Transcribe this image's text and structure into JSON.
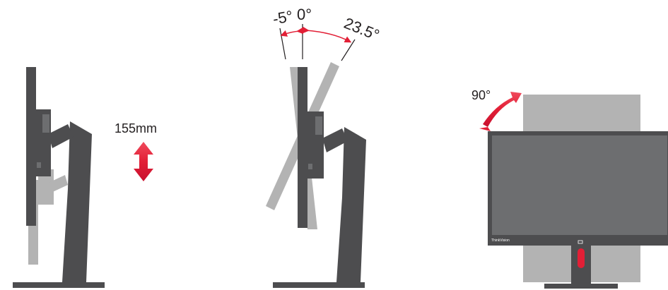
{
  "height_adjust": {
    "label": "155mm"
  },
  "tilt": {
    "angles": [
      "-5°",
      "0°",
      "23.5°"
    ]
  },
  "pivot": {
    "angle": "90°",
    "brand": "ThinkVision"
  },
  "colors": {
    "panel_dark": "#4d4d4f",
    "panel_ghost": "#b3b3b3",
    "screen": "#6d6e70",
    "arrow_red": "#e21f36",
    "text": "#231f20"
  }
}
